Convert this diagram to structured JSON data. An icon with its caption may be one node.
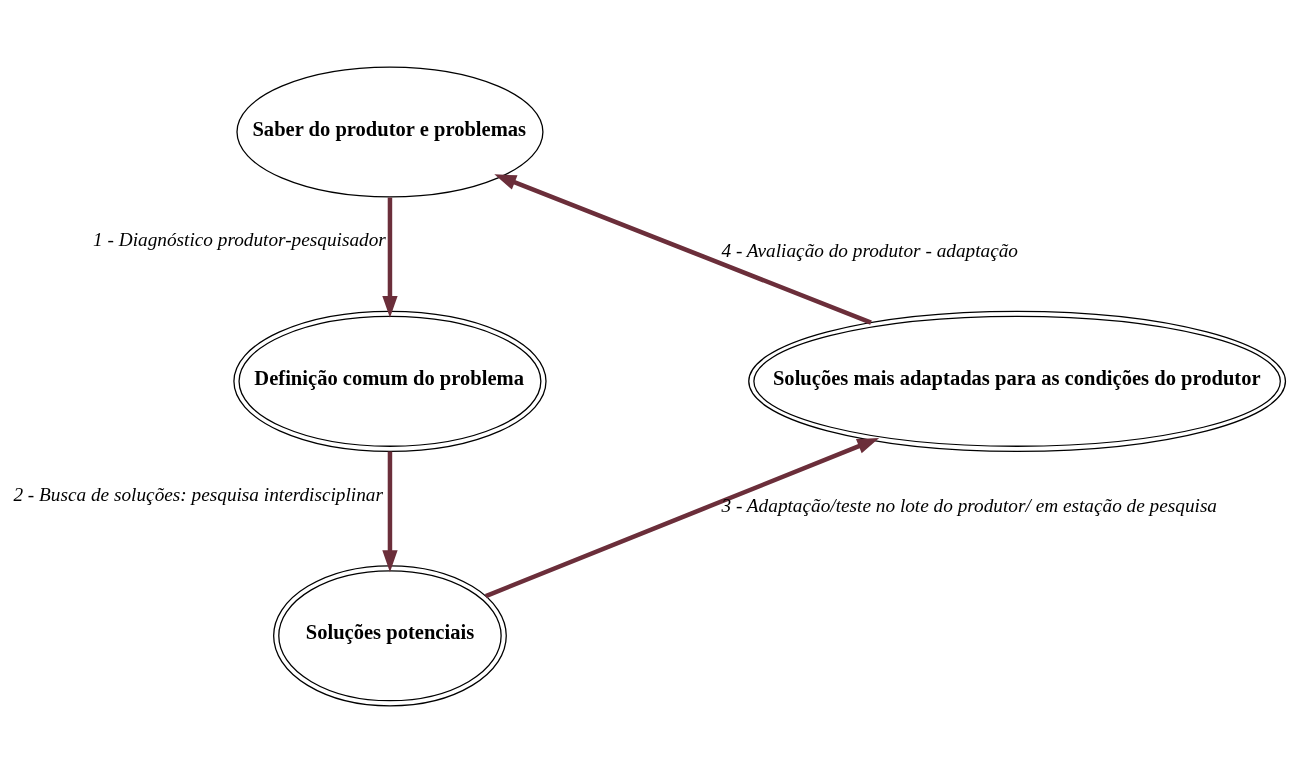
{
  "diagram": {
    "nodes": [
      {
        "text": [
          "Saber do produtor e problemas"
        ]
      },
      {
        "text": [
          "Definição comum do problema"
        ]
      },
      {
        "text": [
          "Soluções potenciais"
        ]
      },
      {
        "text": [
          "Soluções mais adaptadas para as condições do produtor"
        ]
      }
    ],
    "edges": [
      {
        "from": 0,
        "to": 1,
        "arrow": "to",
        "label": "1 - Diagnóstico produtor-pesquisador"
      },
      {
        "from": 1,
        "to": 2,
        "arrow": "to",
        "label": "2 - Busca de soluções: pesquisa interdisciplinar"
      },
      {
        "from": 2,
        "to": 3,
        "arrow": "to",
        "label": "3 - Adaptação/teste no lote do produtor/ em estação de pesquisa"
      },
      {
        "from": 3,
        "to": 0,
        "arrow": "to",
        "label": "4 - Avaliação do produtor - adaptação"
      }
    ]
  }
}
